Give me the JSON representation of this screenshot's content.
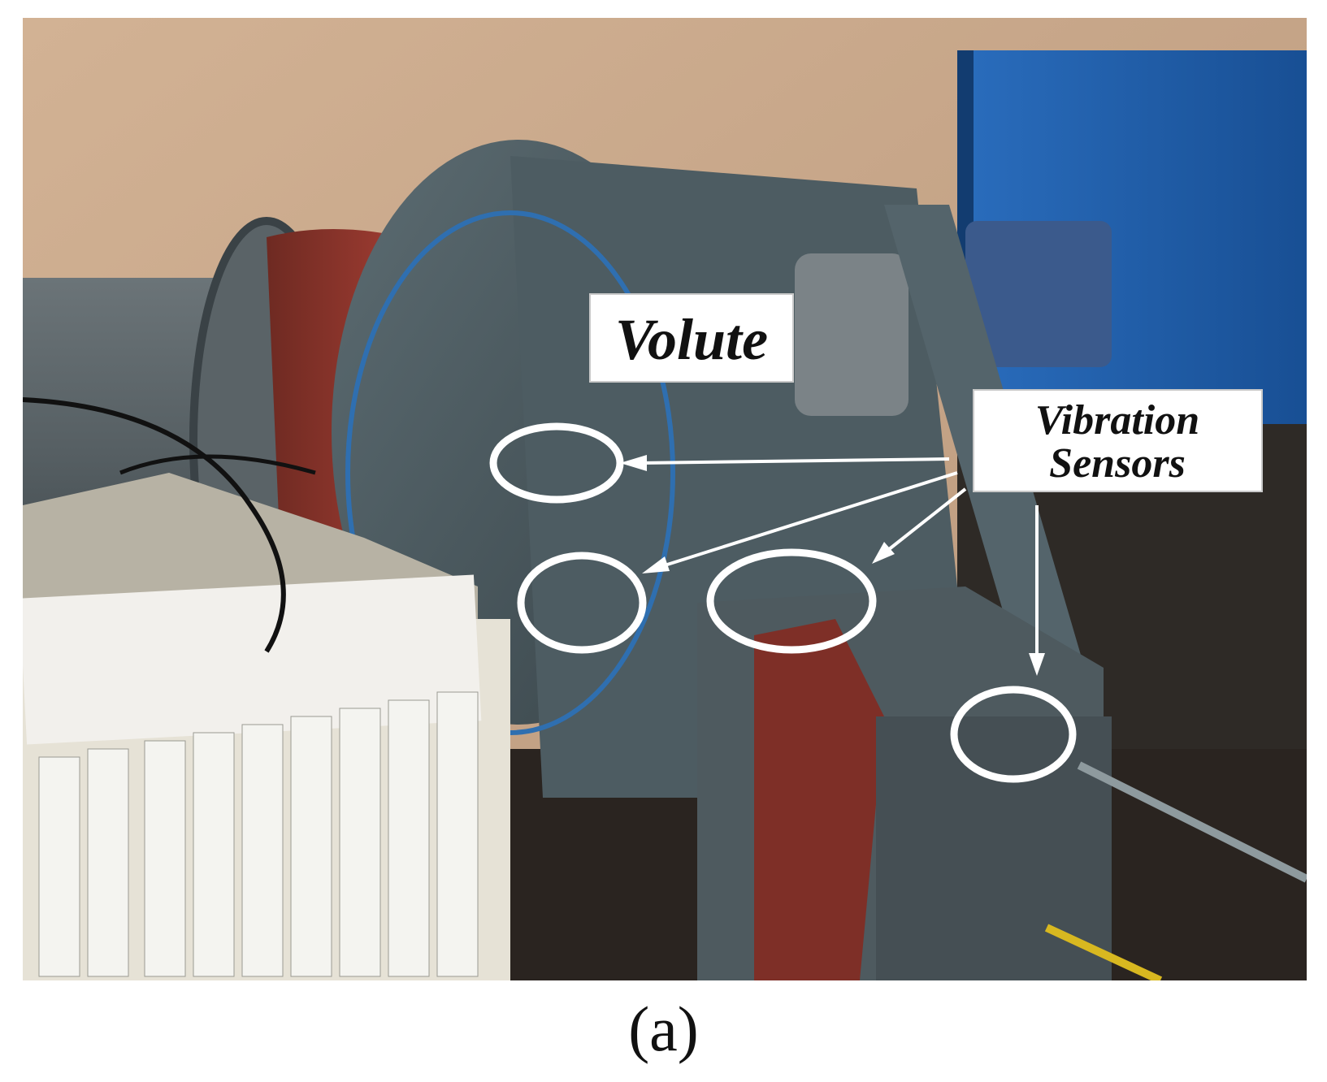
{
  "labels": {
    "volute": "Volute",
    "vibration_line1": "Vibration",
    "vibration_line2": "Sensors"
  },
  "caption": "(a)",
  "colors": {
    "wall": "#c9a88a",
    "machine_gray": "#4a5a60",
    "red_wrap": "#8a3028",
    "blue_cabinet": "#1f5fae",
    "label_bg": "#ffffff",
    "ring": "#ffffff"
  }
}
